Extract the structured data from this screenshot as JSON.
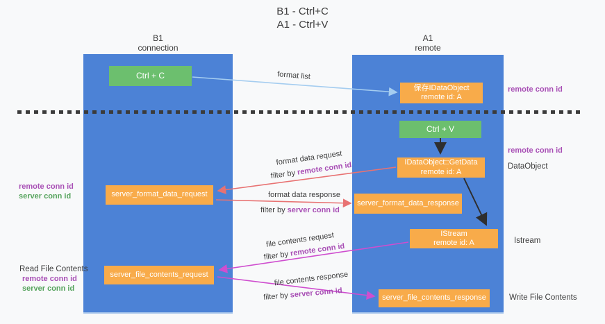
{
  "title": {
    "line1": "B1 - Ctrl+C",
    "line2": "A1 - Ctrl+V"
  },
  "lanes": {
    "b1": {
      "title": "B1",
      "subtitle": "connection"
    },
    "a1": {
      "title": "A1",
      "subtitle": "remote"
    }
  },
  "boxes": {
    "ctrl_c": {
      "label": "Ctrl + C"
    },
    "save_idataobject": {
      "line1": "保存IDataObject",
      "line2": "remote id: A"
    },
    "ctrl_v": {
      "label": "Ctrl + V"
    },
    "getdata": {
      "line1": "IDataObject::GetData",
      "line2": "remote id: A"
    },
    "server_format_data_request": {
      "label": "server_format_data_request"
    },
    "server_format_data_response": {
      "label": "server_format_data_response"
    },
    "istream": {
      "line1": "IStream",
      "line2": "remote id: A"
    },
    "server_file_contents_request": {
      "label": "server_file_contents_request"
    },
    "server_file_contents_response": {
      "label": "server_file_contents_response"
    }
  },
  "arrows": {
    "format_list": {
      "label": "format list"
    },
    "format_data_request": {
      "label": "format data request",
      "filter_prefix": "filter by ",
      "filter_id": "remote conn id"
    },
    "format_data_response": {
      "label": "format data response",
      "filter_prefix": "filter by ",
      "filter_id": "server conn id"
    },
    "file_contents_request": {
      "label": "file contents request",
      "filter_prefix": "filter by ",
      "filter_id": "remote conn id"
    },
    "file_contents_response": {
      "label": "file contents response",
      "filter_prefix": "filter by ",
      "filter_id": "server conn id"
    }
  },
  "annotations": {
    "left_format": {
      "remote": "remote conn id",
      "server": "server conn id"
    },
    "left_file": {
      "title": "Read File Contents",
      "remote": "remote conn id",
      "server": "server conn id"
    },
    "right_top_remote": "remote conn id",
    "right_mid_remote": "remote conn id",
    "right_dataobject": "DataObject",
    "right_istream": "Istream",
    "right_write": "Write File Contents"
  },
  "colors": {
    "lane_fill": "#4c82d6",
    "box_orange": "#f8ab4a",
    "box_green": "#6cbf6e",
    "arrow_blue": "#a5cdf0",
    "arrow_red": "#e87272",
    "arrow_magenta": "#cf4ecf",
    "arrow_black": "#2e2e2e",
    "text_purple": "#a84fb5",
    "text_green": "#55a35c",
    "text_dark": "#3d3d3d",
    "background": "#f8f9fa"
  }
}
